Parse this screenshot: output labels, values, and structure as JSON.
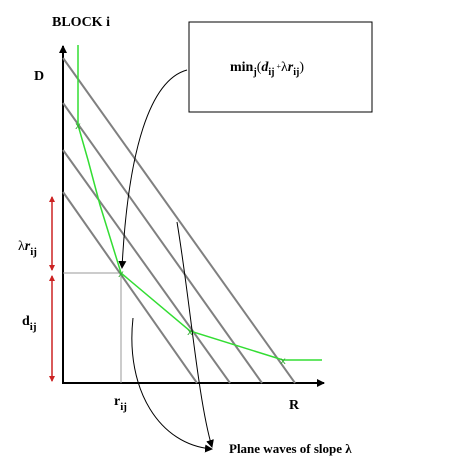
{
  "title": "BLOCK i",
  "y_axis_label": "D",
  "x_axis_label": "R",
  "box_formula": {
    "min": "min",
    "sub_j": "j",
    "open": "(",
    "d": "d",
    "d_sub": "ij",
    "plus": "+",
    "lambda": "λ",
    "r": "r",
    "r_sub": "ij",
    "close": ")"
  },
  "lambda_r_label": {
    "lambda": "λ",
    "r": "r",
    "sub": "ij"
  },
  "d_label": {
    "d": "d",
    "sub": "ij"
  },
  "r_tick_label": {
    "r": "r",
    "sub": "ij"
  },
  "plane_waves_label": "Plane waves of slope λ",
  "colors": {
    "curve": "#33dd33",
    "lines": "#808080",
    "axes": "#000000",
    "brackets": "#cc2222"
  }
}
